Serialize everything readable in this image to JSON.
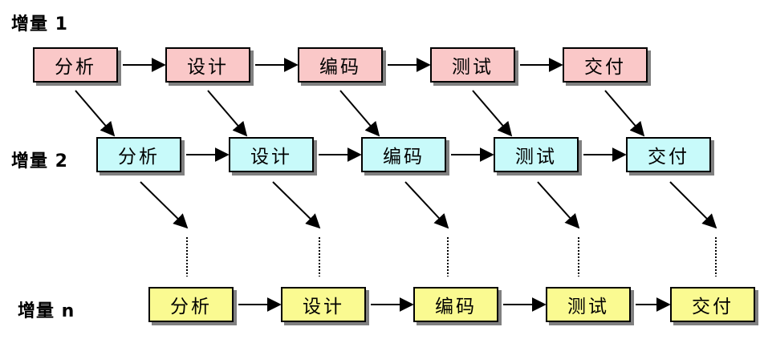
{
  "rows": [
    {
      "label": "增量 1",
      "color": "#fac8c8",
      "stages": [
        "分析",
        "设计",
        "编码",
        "测试",
        "交付"
      ]
    },
    {
      "label": "增量 2",
      "color": "#c8fafa",
      "stages": [
        "分析",
        "设计",
        "编码",
        "测试",
        "交付"
      ]
    },
    {
      "label": "增量 n",
      "color": "#fafa91",
      "stages": [
        "分析",
        "设计",
        "编码",
        "测试",
        "交付"
      ]
    }
  ]
}
